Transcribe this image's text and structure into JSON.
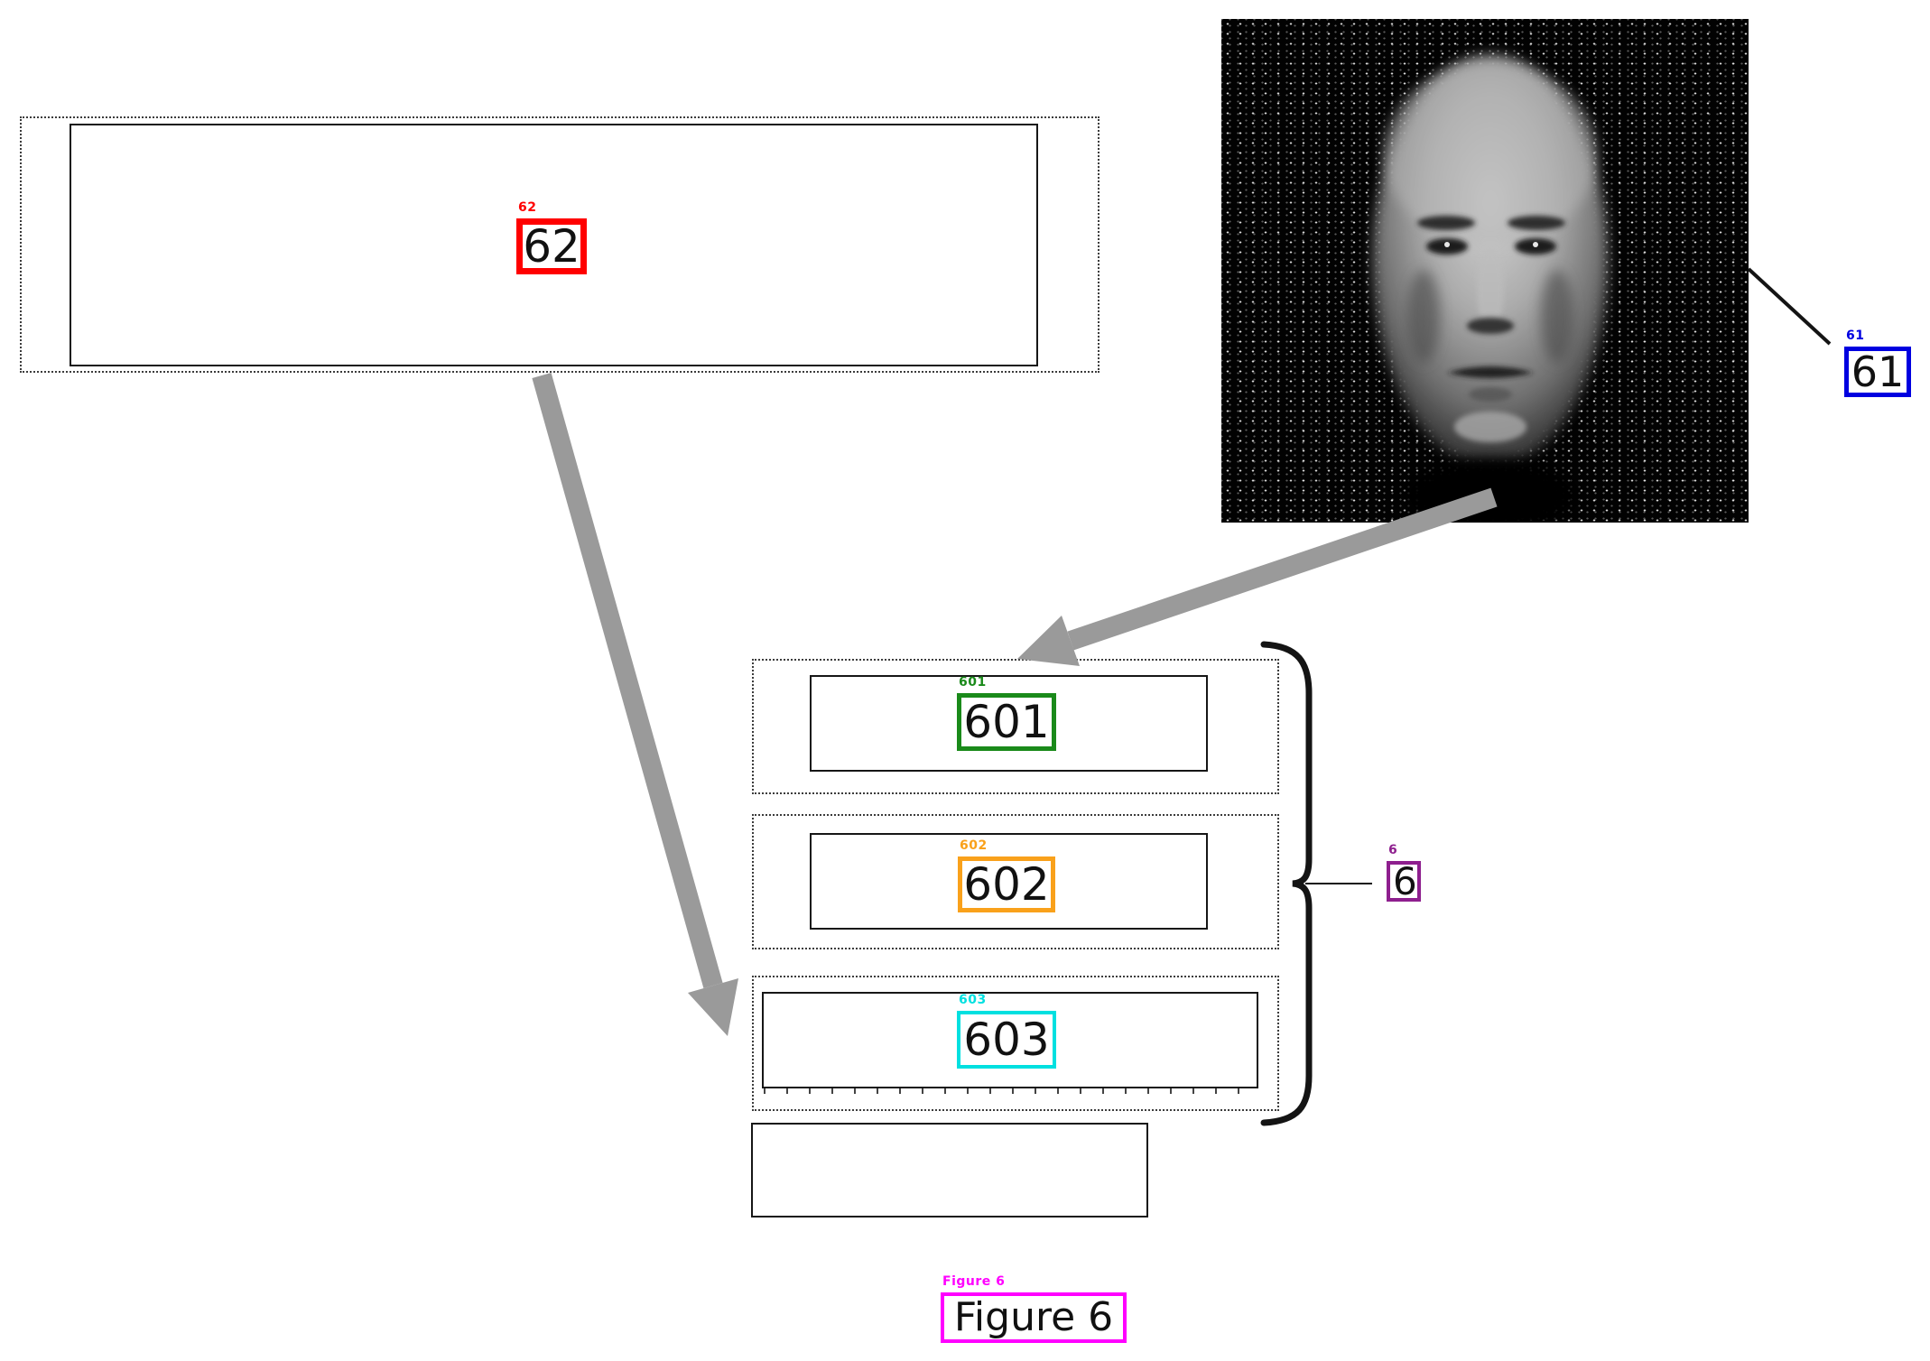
{
  "figure_caption": {
    "tag": "Figure 6",
    "text": "Figure 6",
    "color": "#FF00FF"
  },
  "refs": {
    "r62": {
      "tag": "62",
      "text": "62",
      "color": "#FF0000"
    },
    "r61": {
      "tag": "61",
      "text": "61",
      "color": "#0000E0"
    },
    "r601": {
      "tag": "601",
      "text": "601",
      "color": "#1A8A1A"
    },
    "r602": {
      "tag": "602",
      "text": "602",
      "color": "#F9A11B"
    },
    "r603": {
      "tag": "603",
      "text": "603",
      "color": "#00E0E0"
    },
    "r6": {
      "tag": "6",
      "text": "6",
      "color": "#8E1F8E"
    }
  },
  "shapes": {
    "arrow_color": "#9A9A9A",
    "line_color": "#141414",
    "photo_name": "dithered-3d-face-portrait"
  }
}
